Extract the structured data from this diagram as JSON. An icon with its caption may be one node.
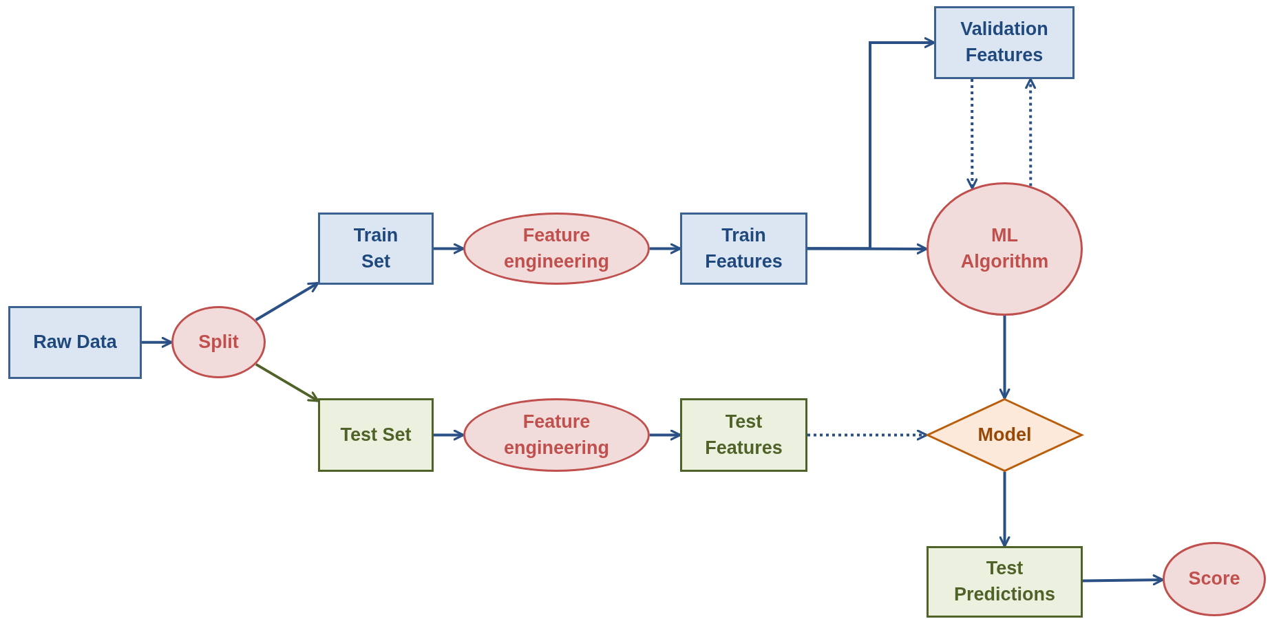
{
  "diagram": {
    "nodes": [
      {
        "text": [
          "Raw Data"
        ]
      },
      {
        "text": [
          "Split"
        ]
      },
      {
        "text": [
          "Train Set"
        ]
      },
      {
        "text": [
          "Feature engineering"
        ]
      },
      {
        "text": [
          "Train Features"
        ]
      },
      {
        "text": [
          "Validation Features"
        ]
      },
      {
        "text": [
          "ML Algorithm"
        ]
      },
      {
        "text": [
          "Test Set"
        ]
      },
      {
        "text": [
          "Feature engineering"
        ]
      },
      {
        "text": [
          "Test Features"
        ]
      },
      {
        "text": [
          "Model"
        ]
      },
      {
        "text": [
          "Test Predictions"
        ]
      },
      {
        "text": [
          "Score"
        ]
      }
    ],
    "edges": [
      {
        "from": 0,
        "to": 1,
        "arrow": "to"
      },
      {
        "from": 1,
        "to": 2,
        "arrow": "to"
      },
      {
        "from": 1,
        "to": 7,
        "arrow": "to",
        "color": "#4f6228"
      },
      {
        "from": 2,
        "to": 3,
        "arrow": "to"
      },
      {
        "from": 3,
        "to": 4,
        "arrow": "to"
      },
      {
        "from": 4,
        "to": 5,
        "arrow": "to"
      },
      {
        "from": 4,
        "to": 6,
        "arrow": "to"
      },
      {
        "from": 5,
        "to": 6,
        "arrow": "to",
        "style": "dashed"
      },
      {
        "from": 6,
        "to": 5,
        "arrow": "to",
        "style": "dashed"
      },
      {
        "from": 7,
        "to": 8,
        "arrow": "to"
      },
      {
        "from": 8,
        "to": 9,
        "arrow": "to"
      },
      {
        "from": 9,
        "to": 10,
        "arrow": "to",
        "style": "dashed"
      },
      {
        "from": 6,
        "to": 10,
        "arrow": "to"
      },
      {
        "from": 10,
        "to": 11,
        "arrow": "to"
      },
      {
        "from": 11,
        "to": 12,
        "arrow": "to"
      }
    ]
  }
}
